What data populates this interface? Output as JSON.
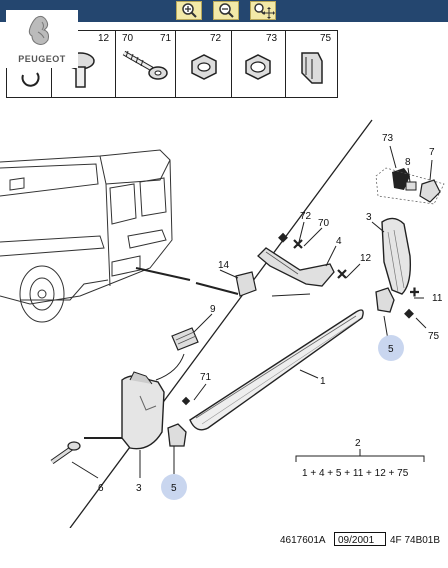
{
  "toolbar": {
    "buttons": [
      {
        "icon": "zoom-in-icon"
      },
      {
        "icon": "zoom-out-icon"
      },
      {
        "icon": "zoom-pan-icon"
      }
    ]
  },
  "brand": {
    "logo_text": "PEUGEOT"
  },
  "parts_strip": {
    "items": [
      {
        "label": "12"
      },
      {
        "label": "70"
      },
      {
        "label": "71"
      },
      {
        "label": "72"
      },
      {
        "label": "73"
      },
      {
        "label": "75"
      }
    ]
  },
  "callouts": {
    "c73": "73",
    "c8": "8",
    "c7": "7",
    "c3a": "3",
    "c72": "72",
    "c70": "70",
    "c4": "4",
    "c12": "12",
    "c11": "11",
    "c75": "75",
    "c14": "14",
    "c5a": "5",
    "c9": "9",
    "c71": "71",
    "c1": "1",
    "c2": "2",
    "c6": "6",
    "c3b": "3",
    "c5b": "5"
  },
  "kit_formula": "1 + 4 + 5 + 11 + 12 + 75",
  "footer": {
    "ref": "4617601A",
    "date": "09/2001",
    "code": "4F 74B01B"
  }
}
